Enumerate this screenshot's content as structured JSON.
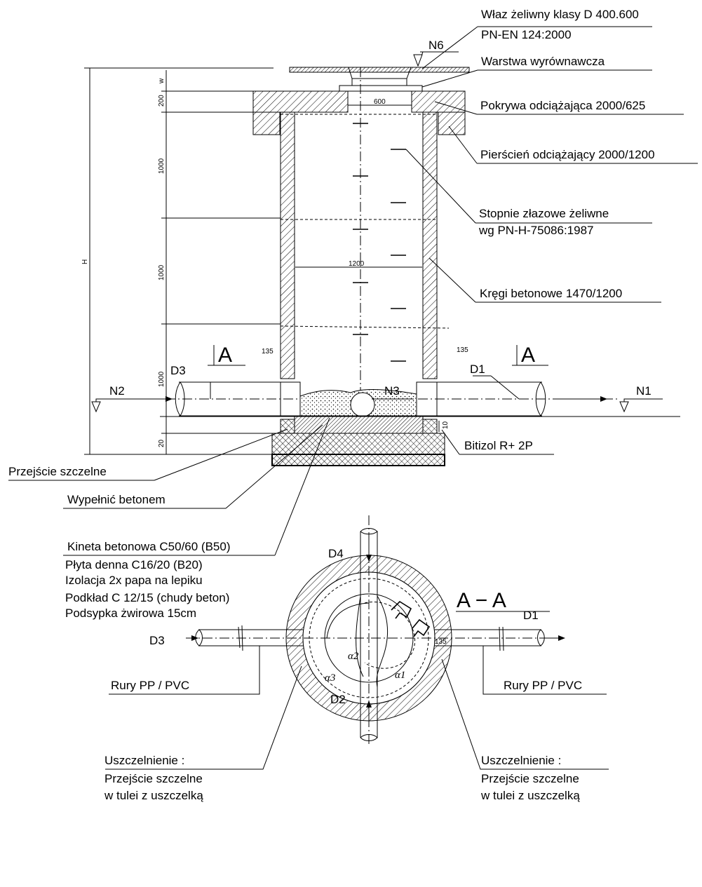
{
  "callouts": {
    "manhole_cover": "Właz żeliwny klasy D 400.600",
    "manhole_cover_std": "PN-EN 124:2000",
    "leveling_layer": "Warstwa wyrównawcza",
    "relief_cover": "Pokrywa odciążająca 2000/625",
    "relief_ring": "Pierścień odciążający 2000/1200",
    "steps": "Stopnie złazowe żeliwne",
    "steps_std": "wg PN-H-75086:1987",
    "rings": "Kręgi betonowe 1470/1200",
    "bitizol": "Bitizol R+ 2P",
    "sealed_passage": "Przejście szczelne",
    "fill_concrete": "Wypełnić betonem",
    "kineta": "Kineta betonowa C50/60 (B50)",
    "base_slab": "Płyta denna C16/20 (B20)",
    "insulation": "Izolacja 2x papa na lepiku",
    "underlay": "Podkład  C 12/15 (chudy beton)",
    "gravel": "Podsypka żwirowa 15cm",
    "pipes_left": "Rury PP / PVC",
    "pipes_right": "Rury PP / PVC",
    "seal_left_title": "Uszczelnienie :",
    "seal_left_line1": "Przejście szczelne",
    "seal_left_line2": "w tulei z uszczelką",
    "seal_right_title": "Uszczelnienie :",
    "seal_right_line1": "Przejście szczelne",
    "seal_right_line2": "w tulei z uszczelką"
  },
  "levels": {
    "n6": "N6",
    "n2": "N2",
    "n1": "N1",
    "n3": "N3"
  },
  "pipes": {
    "d1": "D1",
    "d3": "D3",
    "d1_plan": "D1",
    "d2_plan": "D2",
    "d3_plan": "D3",
    "d4_plan": "D4"
  },
  "section": {
    "mark_left": "A",
    "mark_right": "A",
    "title": "A − A"
  },
  "dimensions": {
    "w": "w",
    "cover_h": "200",
    "ring1_h": "1000",
    "ring2_h": "1000",
    "ring3_h": "1000",
    "base_h": "20",
    "total_h": "H",
    "opening": "600",
    "inner_d": "1200",
    "wall_left": "135",
    "wall_right": "135",
    "wall_plan": "135",
    "gap": "10"
  },
  "angles": {
    "a1": "α1",
    "a2": "α2",
    "a3": "α3"
  }
}
